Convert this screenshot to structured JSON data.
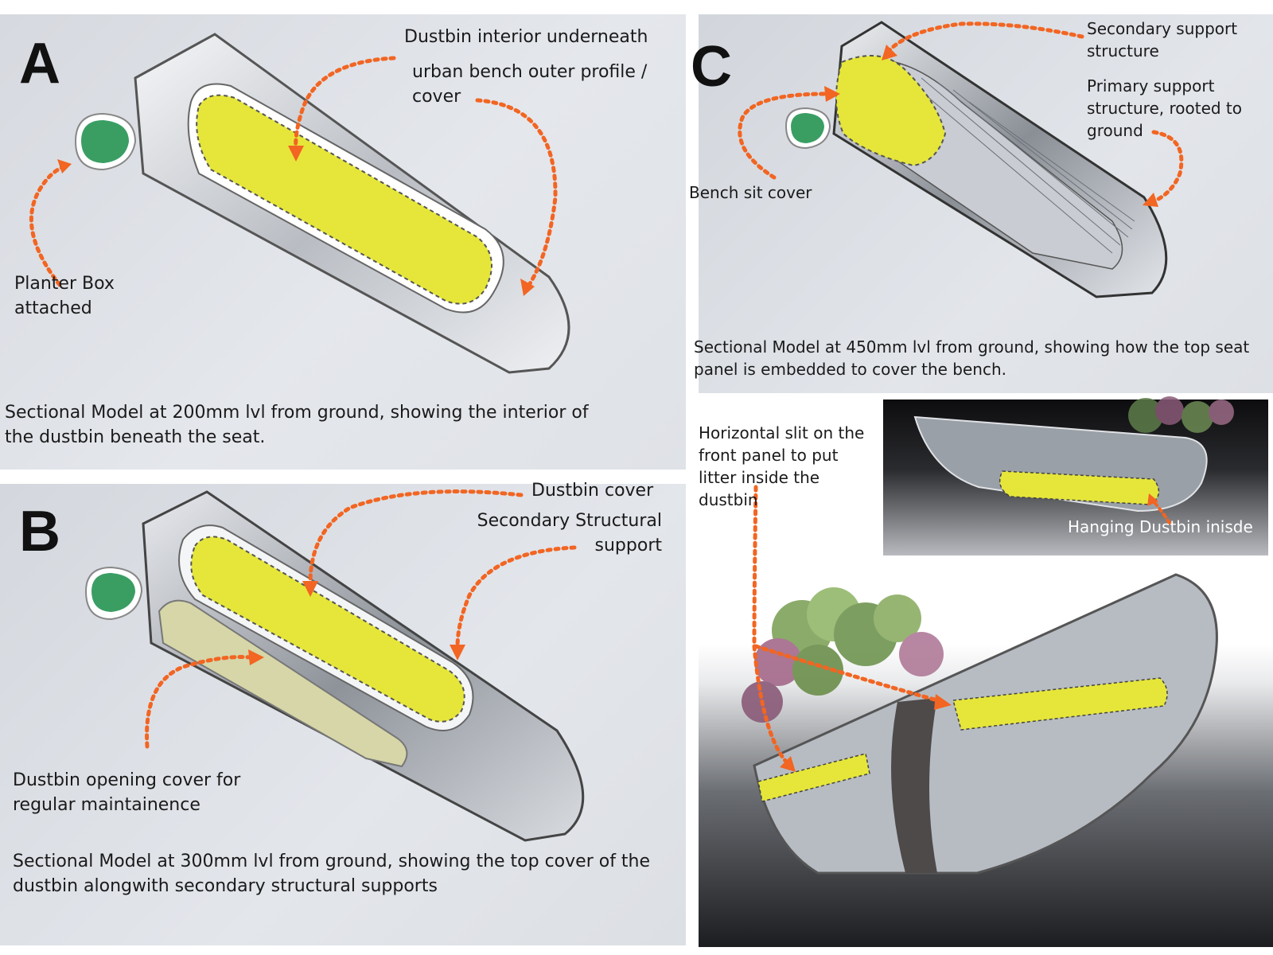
{
  "panels": {
    "a": {
      "letter": "A",
      "labels": {
        "dustbin_interior": "Dustbin interior underneath",
        "outer_profile": "urban bench outer profile /\ncover",
        "planter": "Planter Box\nattached"
      },
      "caption": "Sectional Model at 200mm lvl from ground, showing the interior of the dustbin beneath the seat."
    },
    "b": {
      "letter": "B",
      "labels": {
        "dustbin_cover": "Dustbin cover",
        "secondary_support": "Secondary Structural\nsupport",
        "opening_cover": "Dustbin opening cover for\nregular maintainence"
      },
      "caption": "Sectional Model at 300mm lvl from ground, showing the top cover of the dustbin alongwith secondary structural supports"
    },
    "c": {
      "letter": "C",
      "labels": {
        "secondary_structure": "Secondary support\nstructure",
        "primary_structure": "Primary support\nstructure, rooted to\nground",
        "bench_sit_cover": "Bench sit cover"
      },
      "caption": "Sectional Model at 450mm lvl from ground, showing how the top seat panel is embedded to cover the bench."
    },
    "d": {
      "labels": {
        "horizontal_slit": "Horizontal slit on the\nfront panel to put\nlitter inside the\ndustbin",
        "hanging_dustbin": "Hanging Dustbin inisde"
      }
    }
  },
  "colors": {
    "panel_bg": "#d9dde3",
    "accent_arrow": "#f26522",
    "highlight_yellow": "#e6e63a",
    "planter_green": "#3a9e63"
  }
}
